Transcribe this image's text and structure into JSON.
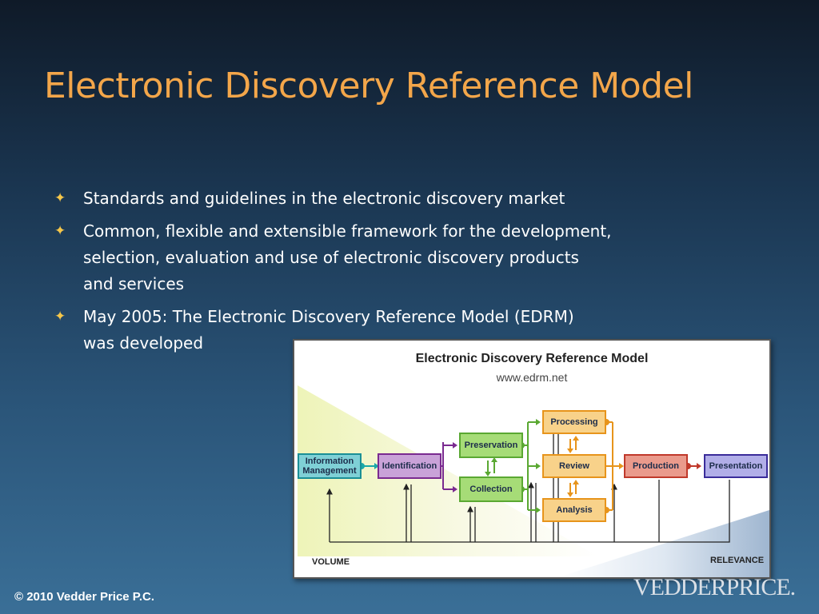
{
  "slide": {
    "title": "Electronic Discovery Reference Model",
    "bullets": [
      {
        "lines": [
          "Standards and guidelines in the electronic discovery market"
        ]
      },
      {
        "lines": [
          "Common, flexible and extensible framework for the development,",
          "selection, evaluation and use of electronic discovery products",
          "and services"
        ]
      },
      {
        "lines": [
          "May 2005:  The Electronic Discovery Reference Model (EDRM)",
          "was developed"
        ]
      }
    ],
    "bullet_icon": "sparkle-star-icon",
    "bullet_color": "#f5c64a",
    "title_color": "#f3a64a"
  },
  "diagram": {
    "title": "Electronic Discovery Reference Model",
    "url": "www.edrm.net",
    "stages": {
      "information_management": "Information Management",
      "identification": "Identification",
      "preservation": "Preservation",
      "collection": "Collection",
      "processing": "Processing",
      "review": "Review",
      "analysis": "Analysis",
      "production": "Production",
      "presentation": "Presentation"
    },
    "volume_label": "VOLUME",
    "relevance_label": "RELEVANCE",
    "colors": {
      "information_management": "#7fd0d6",
      "identification": "#c9a2d8",
      "preservation_collection": "#a6dc77",
      "processing_review_analysis": "#f8d28a",
      "production": "#ea9a8c",
      "presentation": "#b1aee8"
    }
  },
  "footer": {
    "copyright": "© 2010 Vedder Price P.C.",
    "logo": "VEDDERPRICE."
  }
}
